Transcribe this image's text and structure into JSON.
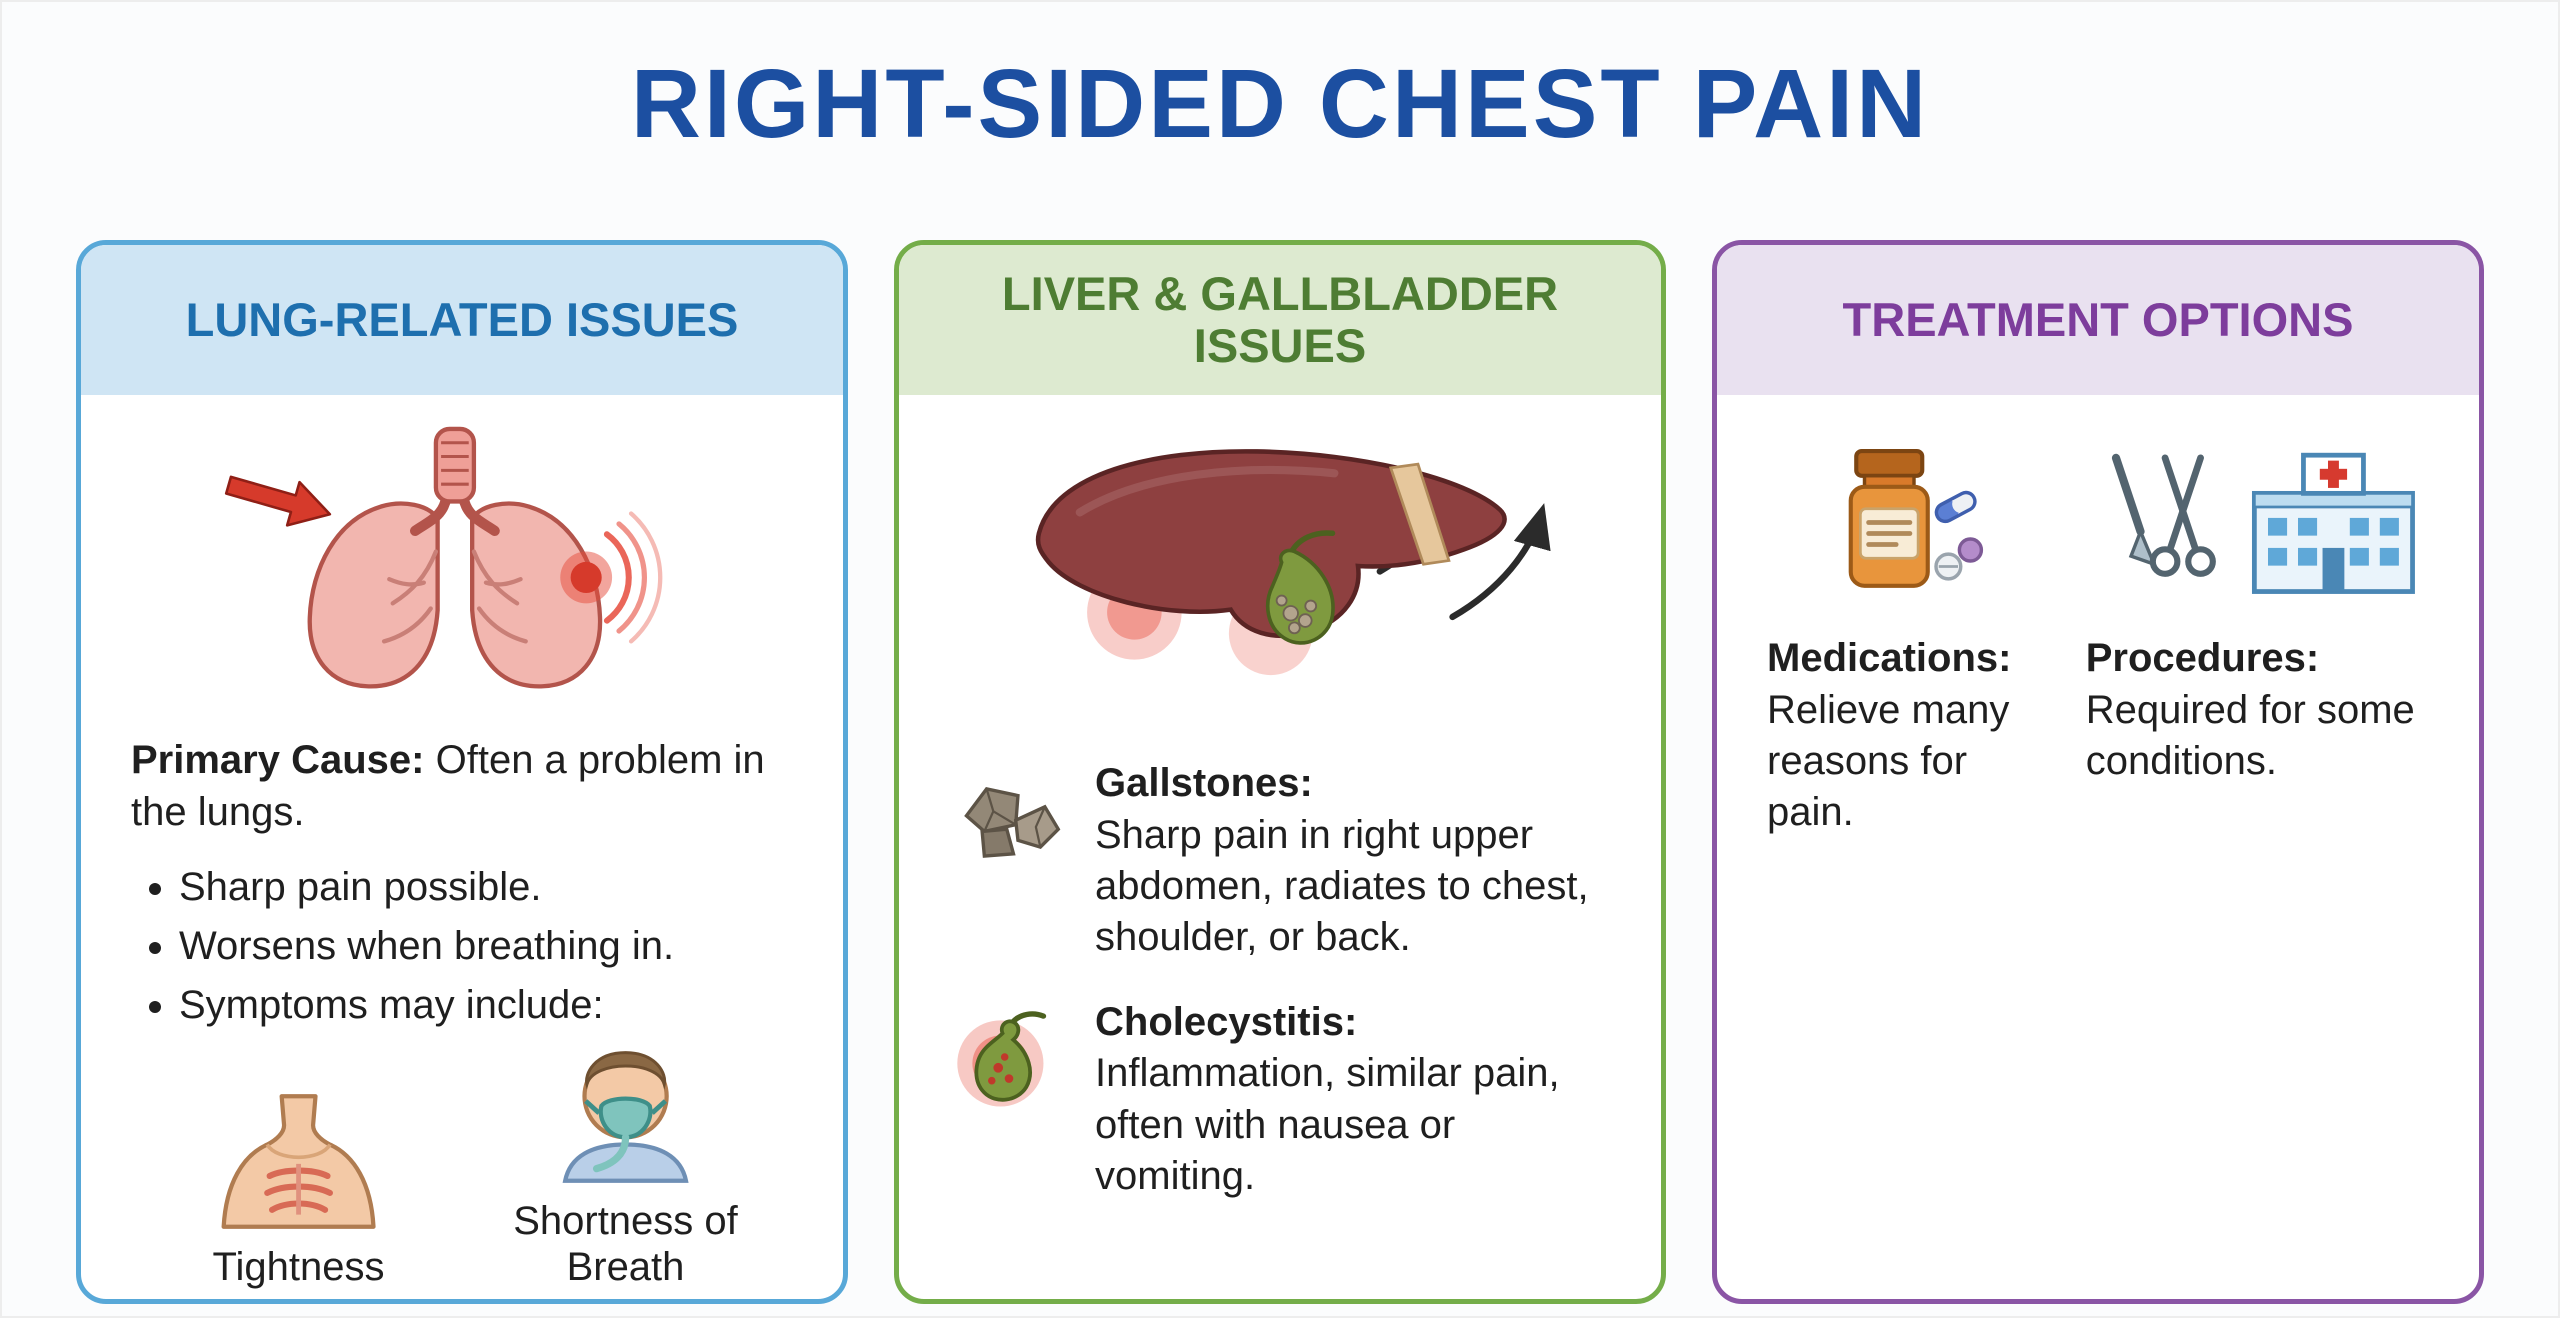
{
  "title": "RIGHT-SIDED CHEST PAIN",
  "panels": {
    "lung": {
      "title": "LUNG-RELATED ISSUES",
      "primary_cause_label": "Primary Cause:",
      "primary_cause_text": "Often a problem in the lungs.",
      "bullets": [
        "Sharp pain possible.",
        "Worsens when breathing in.",
        "Symptoms may include:"
      ],
      "symptoms": [
        {
          "label": "Tightness"
        },
        {
          "label": "Shortness of Breath"
        }
      ]
    },
    "liver": {
      "title": "LIVER & GALLBLADDER ISSUES",
      "items": [
        {
          "label": "Gallstones:",
          "text": "Sharp pain in right upper abdomen, radiates to chest, shoulder, or back."
        },
        {
          "label": "Cholecystitis:",
          "text": "Inflammation, similar pain, often with nausea or vomiting."
        }
      ]
    },
    "treatment": {
      "title": "TREATMENT OPTIONS",
      "items": [
        {
          "label": "Medications:",
          "text": "Relieve many reasons for pain."
        },
        {
          "label": "Procedures:",
          "text": "Required for some conditions."
        }
      ]
    }
  },
  "icons": {
    "lung_panel": [
      "pain-arrow-icon",
      "lungs-illustration",
      "pain-spot-icon",
      "tightness-chest-icon",
      "oxygen-mask-icon"
    ],
    "liver_panel": [
      "liver-illustration",
      "gallbladder-icon",
      "radiating-arrows-icon",
      "gallstones-icon",
      "inflamed-gallbladder-icon"
    ],
    "treatment_panel": [
      "medication-bottle-icon",
      "pills-icon",
      "surgical-instruments-icon",
      "hospital-icon"
    ]
  },
  "colors": {
    "background": "#fbfcfd",
    "title_text": "#1c4fa1",
    "body_text": "#1f1f1f",
    "lung_border": "#58a8d8",
    "lung_header_bg": "#cfe5f4",
    "lung_header_text": "#1e6fae",
    "liver_border": "#74ad49",
    "liver_header_bg": "#ddead0",
    "liver_header_text": "#4e7d33",
    "treatment_border": "#8a55a5",
    "treatment_header_bg": "#e9e1f0",
    "treatment_header_text": "#7d3d9c",
    "pain_red": "#d63a2b",
    "gallbladder_green": "#7f9a3f",
    "liver_maroon": "#8e4040"
  }
}
